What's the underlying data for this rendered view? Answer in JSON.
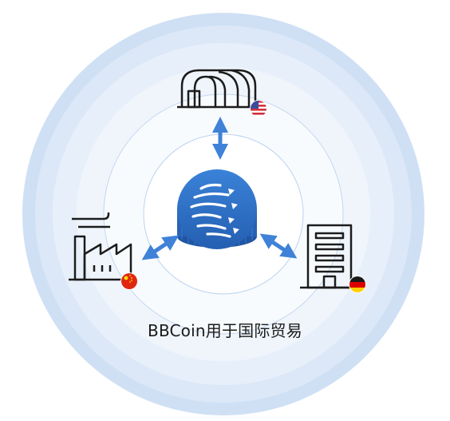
{
  "caption": "BBCoin用于国际贸易",
  "colors": {
    "ring_outer": "#c9dcf3",
    "ring_mid": "#dbe8f8",
    "ring_inner": "#eef4fc",
    "accent": "#2f74c9",
    "coin": "#2b6fc7",
    "icon_stroke": "#1c1c1c"
  },
  "nodes": [
    {
      "role": "greenhouse",
      "flag": "usa"
    },
    {
      "role": "factory",
      "flag": "china"
    },
    {
      "role": "office-building",
      "flag": "germany"
    }
  ],
  "center": {
    "icon": "bbcoin-globe-coin"
  }
}
